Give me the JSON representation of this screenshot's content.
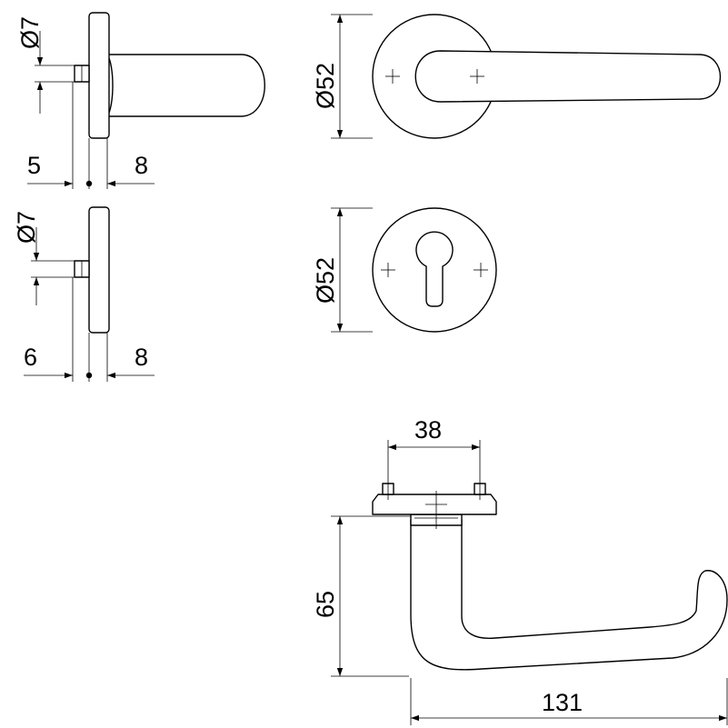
{
  "labels": {
    "top_side_pin_dia": "Ø7",
    "top_side_left": "5",
    "top_side_right": "8",
    "bottom_side_pin_dia": "Ø7",
    "bottom_side_left": "6",
    "bottom_side_right": "8",
    "handle_rose_dia": "Ø52",
    "key_rose_dia": "Ø52",
    "lever_rose_spacing": "38",
    "lever_height": "65",
    "lever_length": "131"
  }
}
